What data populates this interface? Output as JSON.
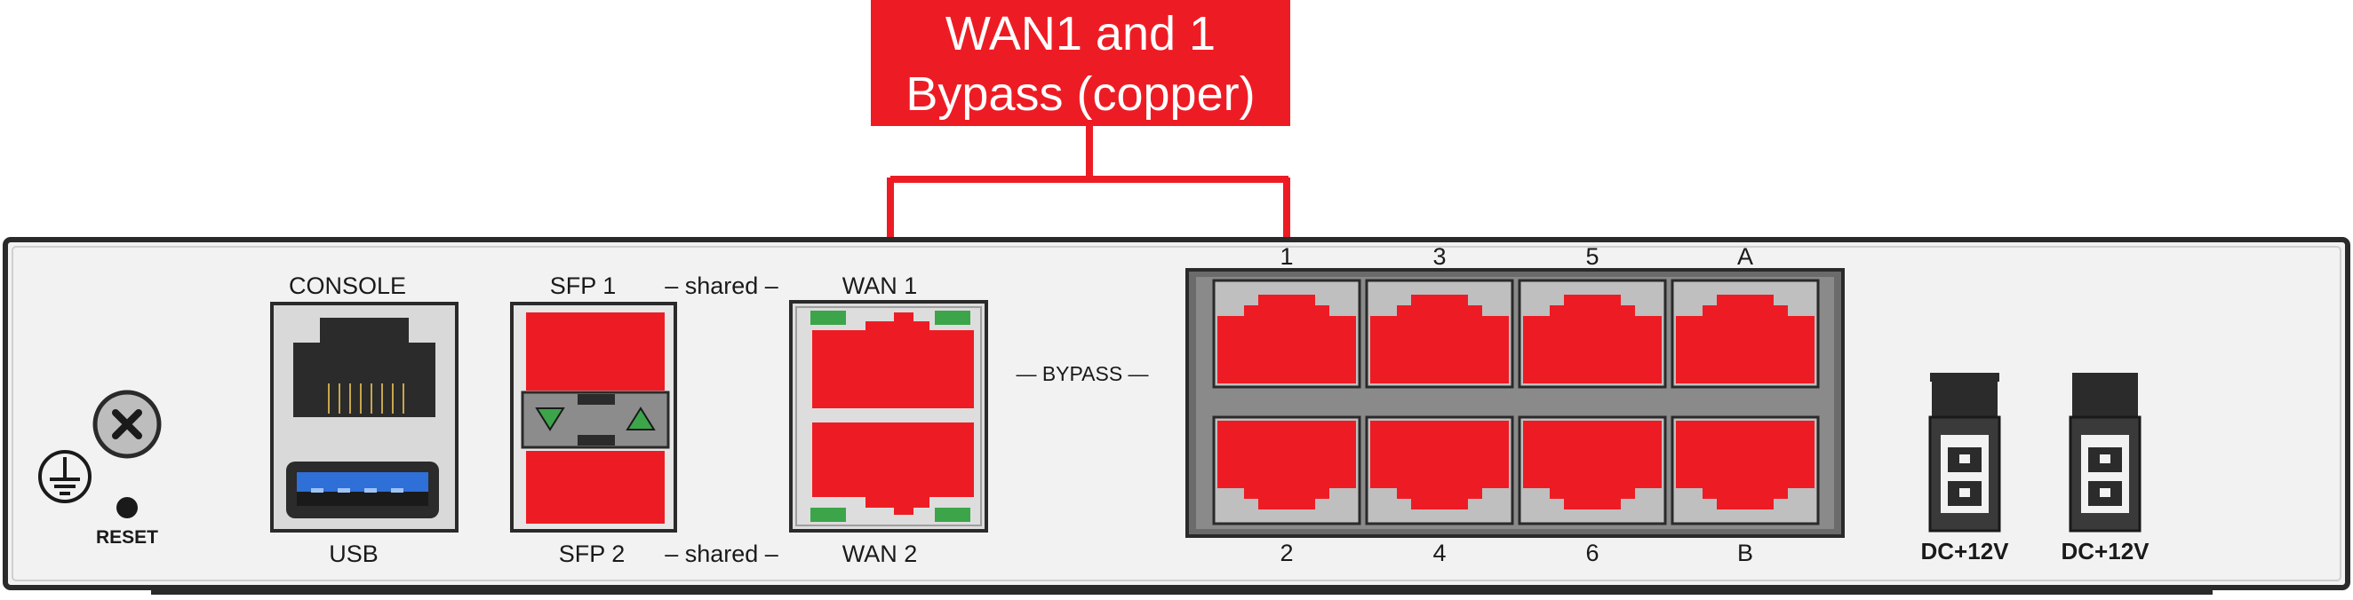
{
  "callout": {
    "line1": "WAN1 and 1",
    "line2": "Bypass (copper)",
    "color": "#ED1C24"
  },
  "panel": {
    "reset_label": "RESET",
    "console_label": "CONSOLE",
    "usb_label": "USB",
    "sfp1_label": "SFP 1",
    "sfp2_label": "SFP 2",
    "shared_top": "– shared –",
    "shared_bottom": "– shared –",
    "wan1_label": "WAN 1",
    "wan2_label": "WAN 2",
    "bypass_label": "— BYPASS —",
    "ports_top": [
      "1",
      "3",
      "5",
      "A"
    ],
    "ports_bottom": [
      "2",
      "4",
      "6",
      "B"
    ],
    "power1_label": "DC+12V",
    "power2_label": "DC+12V"
  },
  "icons": {
    "ground": "ground-icon",
    "screw": "screw-icon",
    "reset": "reset-button"
  },
  "colors": {
    "port_red": "#ED1C24",
    "led_green": "#3CA54A",
    "usb_blue": "#2E6FD8",
    "chassis": "#F2F2F2",
    "outline": "#2A2A2A"
  }
}
